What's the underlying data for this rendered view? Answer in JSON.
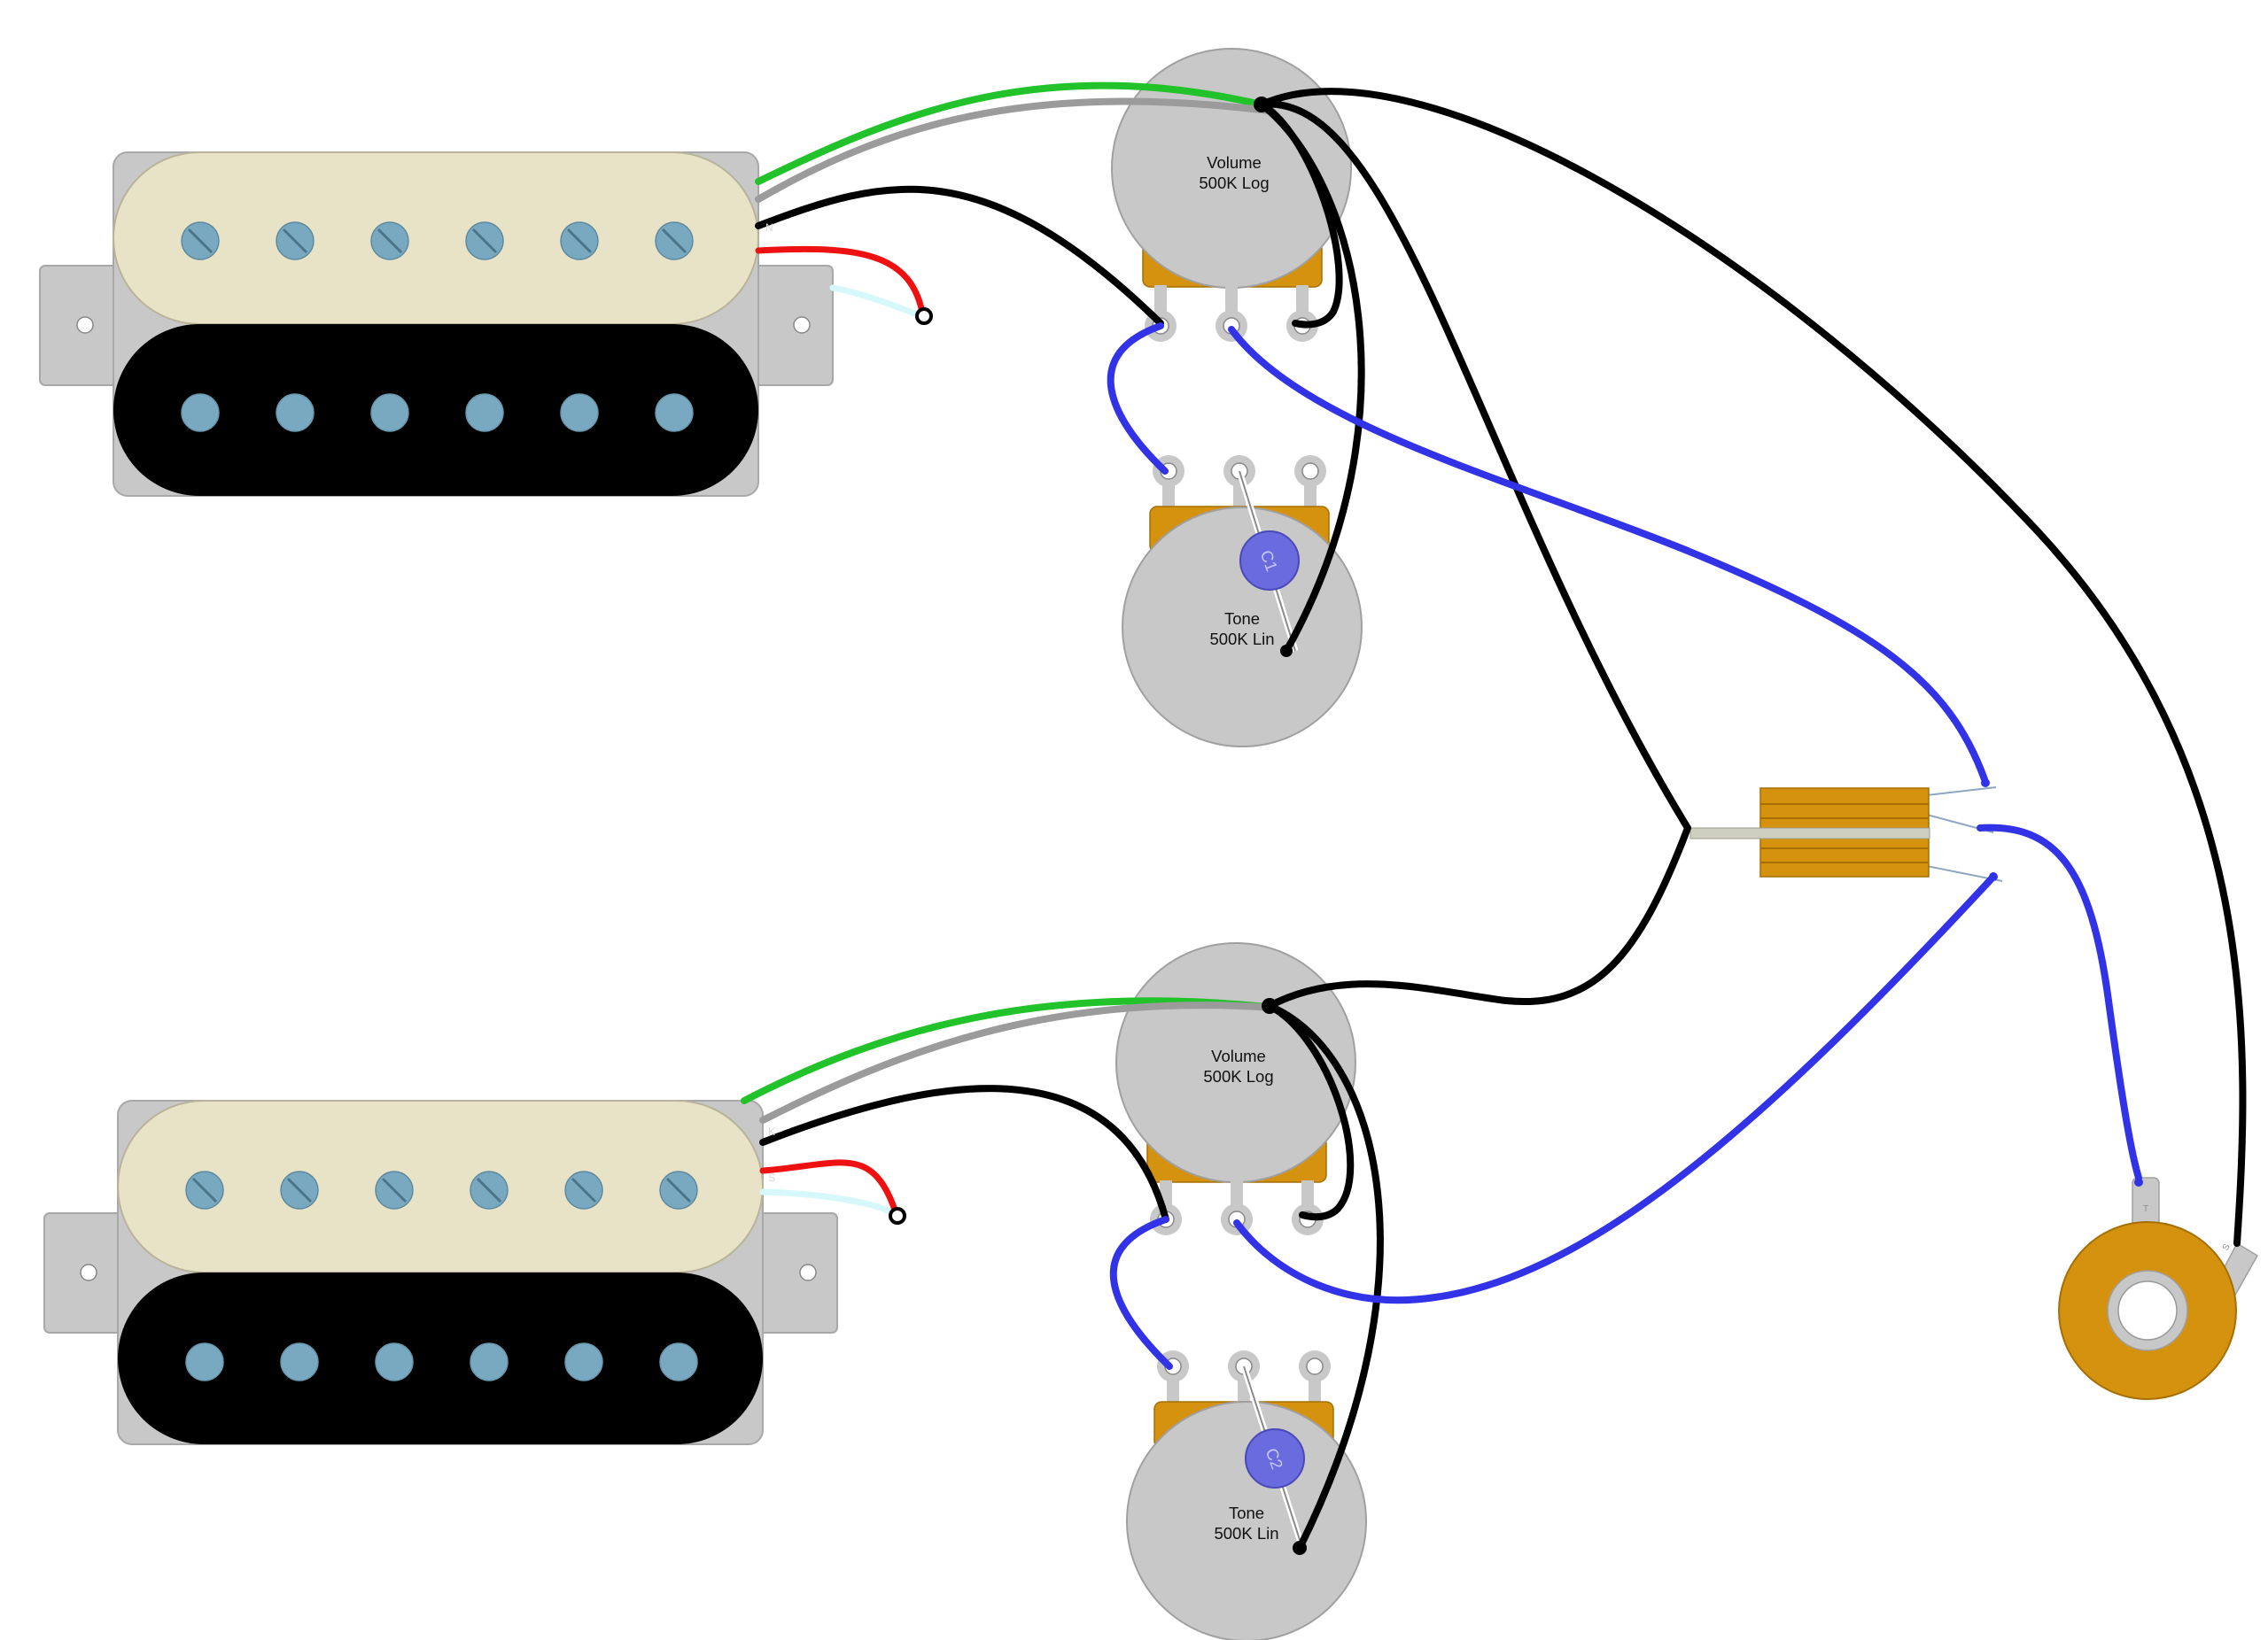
{
  "colors": {
    "background": "#ffffff",
    "cream_coil": "#e8e2c6",
    "black_coil": "#000000",
    "pole_piece": "#79a9c0",
    "baseplate": "#c8c8c8",
    "pot_body": "#c8c8c8",
    "pot_bracket": "#d4920f",
    "lug": "#c8c8c8",
    "capacitor": "#6b6be0",
    "switch_body": "#d4920f",
    "jack_body": "#d4920f",
    "wire_green": "#22c22b",
    "wire_gray": "#9b9b9b",
    "wire_black": "#000000",
    "wire_red": "#ee1111",
    "wire_white": "#d6f8fb",
    "wire_blue": "#3232e6",
    "wire_thin": "#8fa7c2"
  },
  "pickups": [
    {
      "id": "neck",
      "pole_style": "cream-slotted-screws, black-plain-slugs"
    },
    {
      "id": "bridge",
      "pole_style": "cream-slotted-screws, black-plain-slugs"
    }
  ],
  "pots": {
    "volume_1": {
      "name": "Volume",
      "value": "500K Log"
    },
    "tone_1": {
      "name": "Tone",
      "value": "500K Lin",
      "cap": "C1"
    },
    "volume_2": {
      "name": "Volume",
      "value": "500K Log"
    },
    "tone_2": {
      "name": "Tone",
      "value": "500K Lin",
      "cap": "C2"
    }
  },
  "pickup_wire_marks": {
    "p1_black": "N",
    "p2_gray": "K",
    "p2_white": "S"
  },
  "jack": {
    "tip_mark": "T",
    "sleeve_mark": "S"
  },
  "switch": {
    "type": "3-way toggle"
  }
}
